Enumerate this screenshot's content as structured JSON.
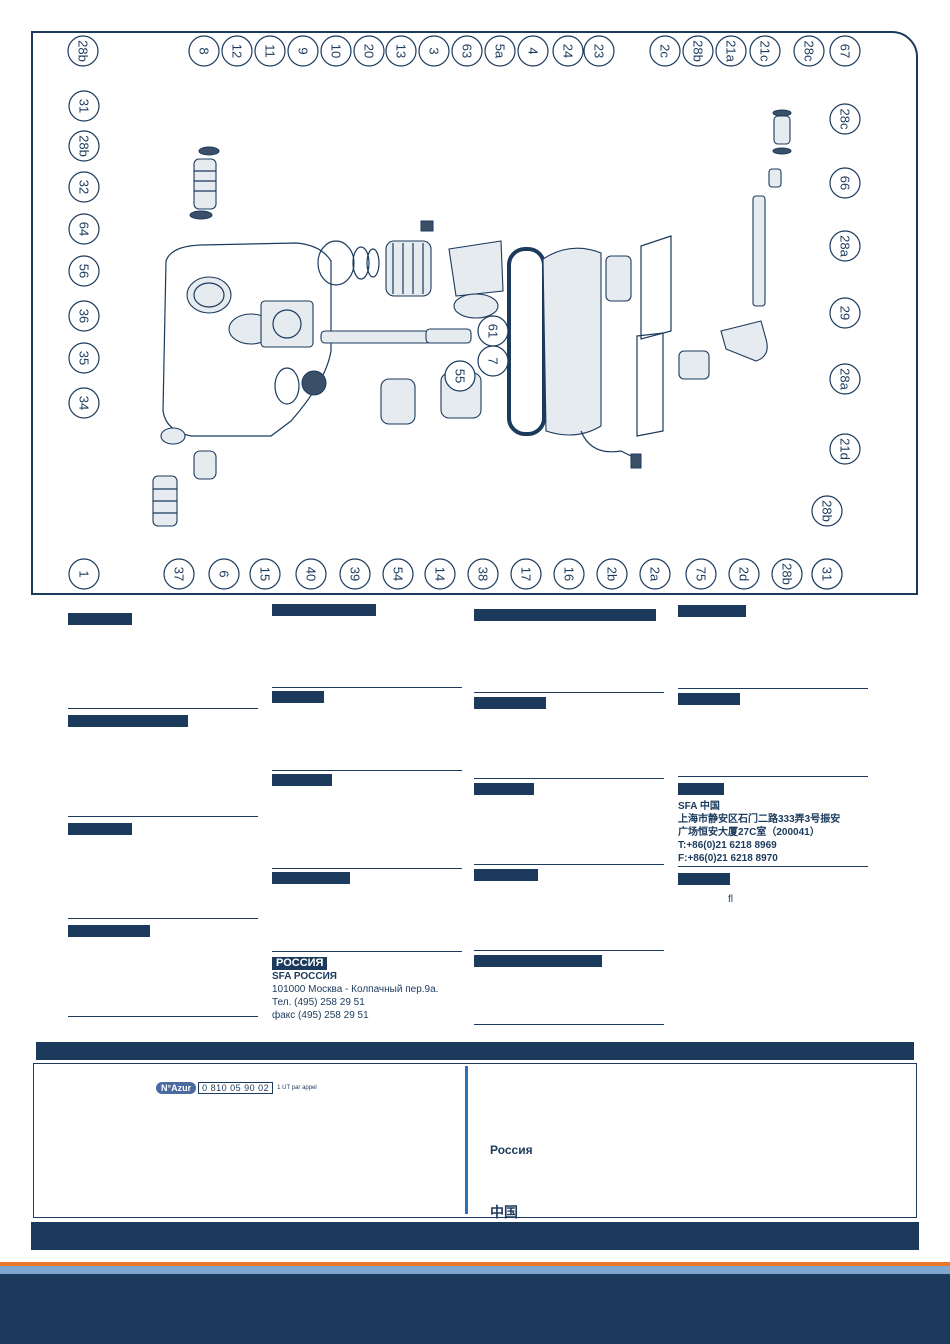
{
  "diagram": {
    "callouts_top": [
      "28b",
      "8",
      "12",
      "11",
      "9",
      "10",
      "20",
      "13",
      "3",
      "63",
      "5a",
      "4",
      "24",
      "23",
      "2c",
      "28b",
      "21a",
      "21c",
      "28c",
      "67"
    ],
    "callouts_left": [
      "31",
      "28b",
      "32",
      "64",
      "56",
      "36",
      "35",
      "34"
    ],
    "callouts_right": [
      "28c",
      "66",
      "28a",
      "29",
      "28a",
      "21d",
      "28b",
      "31"
    ],
    "callouts_bottom": [
      "1",
      "37",
      "6",
      "15",
      "40",
      "39",
      "54",
      "14",
      "38",
      "17",
      "16",
      "2b",
      "2a",
      "75",
      "2d",
      "28b",
      "31"
    ],
    "callouts_inner": [
      "61",
      "7",
      "55"
    ]
  },
  "contacts": {
    "russia": {
      "tag": "РОССИЯ",
      "company": "SFA РОССИЯ",
      "address": "101000 Москва - Колпачный пер.9а.",
      "tel": "Тел. (495) 258 29 51",
      "fax": "факс (495) 258 29 51"
    },
    "china": {
      "company": "SFA 中国",
      "address1": "上海市静安区石门二路333弄3号振安",
      "address2": "广场恒安大厦27C室（200041）",
      "tel": "T:+86(0)21 6218 8969",
      "fax": "F:+86(0)21 6218 8970"
    },
    "stray_glyph": "ﬂ"
  },
  "service": {
    "azur_label": "N°Azur",
    "azur_number": "0 810 05 90 02",
    "azur_note": "1 UT par appel",
    "country_russia": "Россия",
    "country_china": "中国"
  },
  "colors": {
    "navy": "#1b3a5c",
    "orange": "#e8772a",
    "lightblue": "#7fa7d0",
    "accent": "#2a73b8"
  }
}
